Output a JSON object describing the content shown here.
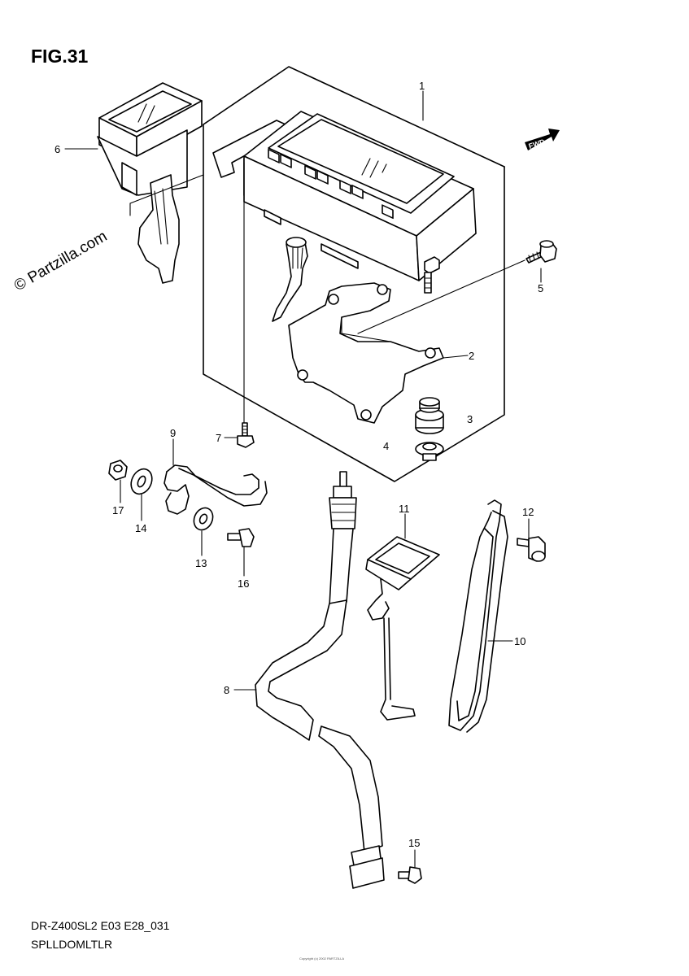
{
  "figure_title": "FIG.31",
  "watermark": "© Partzilla.com",
  "direction_label": "FWD",
  "footer_code": "DR-Z400SL2 E03 E28_031",
  "footer_name": "SPLLDOMLTLR",
  "footer_small": "Copyright (c) 2002 PARTZILLA"
}
